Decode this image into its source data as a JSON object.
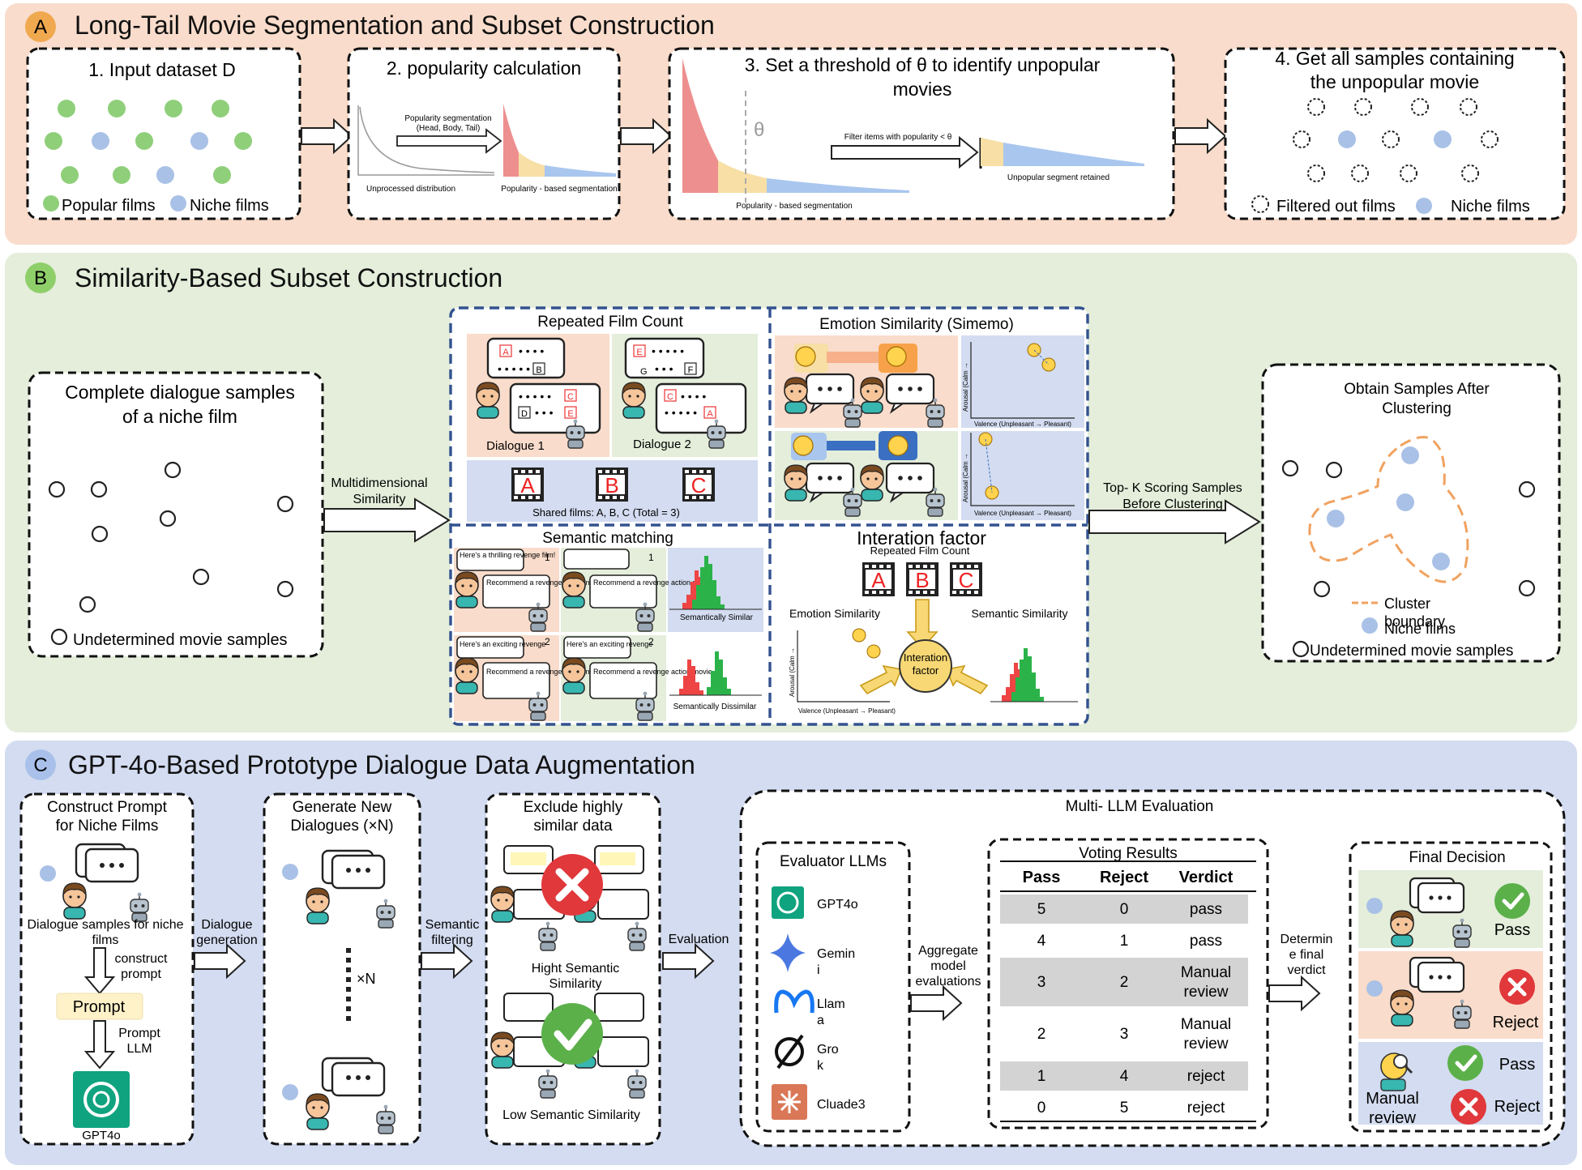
{
  "section_a": {
    "letter": "A",
    "title": "Long-Tail Movie Segmentation and Subset Construction",
    "step1": {
      "title": "1. Input dataset D",
      "legend_popular": "Popular films",
      "legend_niche": "Niche films"
    },
    "step2": {
      "title": "2. popularity calculation",
      "label_segmentation": "Popularity segmentation",
      "label_parts": "(Head, Body, Tail)",
      "label_unprocessed": "Unprocessed distribution",
      "label_based": "Popularity - based segmentation"
    },
    "step3": {
      "title_line1": "3. Set a threshold of θ to identify unpopular",
      "title_line2": "movies",
      "theta": "θ",
      "label_filter": "Filter items with popularity < θ",
      "label_retained": "Unpopular segment retained",
      "label_based": "Popularity - based segmentation"
    },
    "step4": {
      "title_line1": "4. Get all samples containing",
      "title_line2": "the unpopular movie",
      "legend_filtered": "Filtered out films",
      "legend_niche": "Niche films"
    }
  },
  "section_b": {
    "letter": "B",
    "title": "Similarity-Based Subset Construction",
    "left": {
      "title_line1": "Complete dialogue samples",
      "title_line2": "of a niche film",
      "legend": "Undetermined movie samples"
    },
    "arrow1": {
      "line1": "Multidimensional",
      "line2": "Similarity"
    },
    "repeated": {
      "title": "Repeated Film Count",
      "dialogue1": "Dialogue 1",
      "dialogue2": "Dialogue 2",
      "films": [
        "A",
        "B",
        "C"
      ],
      "shared": "Shared films: A, B, C (Total = 3)"
    },
    "emotion": {
      "title": "Emotion Similarity (Simemo)",
      "y_axis": "Arousal (Calm →",
      "x_axis": "Valence (Unpleasant → Pleasant)"
    },
    "semantic": {
      "title": "Semantic matching",
      "bubble1": "Here's a thrilling revenge film!",
      "bubble2": "Recommend a revenge action movie.",
      "bubble3": "Here's an exciting revenge",
      "similar": "Semantically Similar",
      "dissimilar": "Semantically Dissimilar",
      "n1": "1",
      "n2": "2"
    },
    "interaction": {
      "title": "Interation factor",
      "subtitle": "Repeated Film Count",
      "films": [
        "A",
        "B",
        "C"
      ],
      "emotion": "Emotion Similarity",
      "semantic": "Semantic Similarity",
      "center_line1": "Interation",
      "center_line2": "factor",
      "y_axis": "Arousal (Calm →",
      "x_axis": "Valence (Unpleasant → Pleasant)"
    },
    "arrow2": {
      "line1": "Top- K Scoring Samples",
      "line2": "Before Clustering"
    },
    "right": {
      "title_line1": "Obtain Samples After",
      "title_line2": "Clustering",
      "legend_cluster_line1": "Cluster",
      "legend_cluster_line2": "boundary",
      "legend_niche": "Niche films",
      "legend_undetermined": "Undetermined movie samples"
    }
  },
  "section_c": {
    "letter": "C",
    "title": "GPT-4o-Based Prototype Dialogue Data Augmentation",
    "construct": {
      "title_line1": "Construct Prompt",
      "title_line2": "for Niche Films",
      "samples_line1": "Dialogue samples for niche",
      "samples_line2": "films",
      "construct_line1": "construct",
      "construct_line2": "prompt",
      "prompt": "Prompt",
      "prompt_llm_line1": "Prompt",
      "prompt_llm_line2": "LLM",
      "model": "GPT4o"
    },
    "arrow1": {
      "line1": "Dialogue",
      "line2": "generation"
    },
    "generate": {
      "title_line1": "Generate New",
      "title_line2": "Dialogues (×N)",
      "times": "×N"
    },
    "arrow2": {
      "line1": "Semantic",
      "line2": "filtering"
    },
    "exclude": {
      "title_line1": "Exclude highly",
      "title_line2": "similar data",
      "high_line1": "Hight Semantic",
      "high_line2": "Similarity",
      "low": "Low Semantic Similarity"
    },
    "arrow3": {
      "line1": "Evaluation"
    },
    "multi": {
      "title": "Multi- LLM Evaluation"
    },
    "evaluators": {
      "title": "Evaluator LLMs",
      "items": [
        {
          "name_line1": "GPT4o",
          "name_line2": ""
        },
        {
          "name_line1": "Gemin",
          "name_line2": "i"
        },
        {
          "name_line1": "Llam",
          "name_line2": "a"
        },
        {
          "name_line1": "Gro",
          "name_line2": "k"
        },
        {
          "name_line1": "Cluade3",
          "name_line2": ""
        }
      ]
    },
    "arrow4": {
      "line1": "Aggregate",
      "line2": "model",
      "line3": "evaluations"
    },
    "voting": {
      "title": "Voting Results",
      "headers": [
        "Pass",
        "Reject",
        "Verdict"
      ],
      "rows": [
        {
          "pass": "5",
          "reject": "0",
          "verdict_line1": "pass",
          "verdict_line2": ""
        },
        {
          "pass": "4",
          "reject": "1",
          "verdict_line1": "pass",
          "verdict_line2": ""
        },
        {
          "pass": "3",
          "reject": "2",
          "verdict_line1": "Manual",
          "verdict_line2": "review"
        },
        {
          "pass": "2",
          "reject": "3",
          "verdict_line1": "Manual",
          "verdict_line2": "review"
        },
        {
          "pass": "1",
          "reject": "4",
          "verdict_line1": "reject",
          "verdict_line2": ""
        },
        {
          "pass": "0",
          "reject": "5",
          "verdict_line1": "reject",
          "verdict_line2": ""
        }
      ]
    },
    "arrow5": {
      "line1": "Determin",
      "line2": "e final",
      "line3": "verdict"
    },
    "final": {
      "title": "Final Decision",
      "pass": "Pass",
      "reject": "Reject",
      "manual_line1": "Manual",
      "manual_line2": "review",
      "pass2": "Pass",
      "reject2": "Reject"
    }
  },
  "colors": {
    "a_bg": "#f9dccb",
    "b_bg": "#e4eedb",
    "c_bg": "#d3dcf0",
    "popular": "#8fcf7a",
    "niche": "#a9c1e6",
    "head": "#ee8f8f",
    "body": "#f7dfa5",
    "tail": "#a9c6ee",
    "dashed_blue": "#33528f",
    "pass_green": "#5bb04a",
    "reject_red": "#e0383b",
    "interaction_yellow": "#f8d874"
  }
}
